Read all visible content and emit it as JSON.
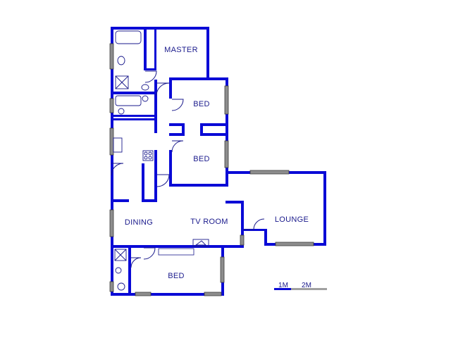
{
  "rooms": {
    "master": "MASTER",
    "bed_1": "BED",
    "bed_2": "BED",
    "dining": "DINING",
    "tv_room": "TV ROOM",
    "lounge": "LOUNGE",
    "bed_3": "BED"
  },
  "scale": {
    "label_1": "1M",
    "label_2": "2M"
  },
  "colors": {
    "wall": "#0a0ad6",
    "window": "#8d8d8d",
    "label": "#1a1a8c"
  }
}
